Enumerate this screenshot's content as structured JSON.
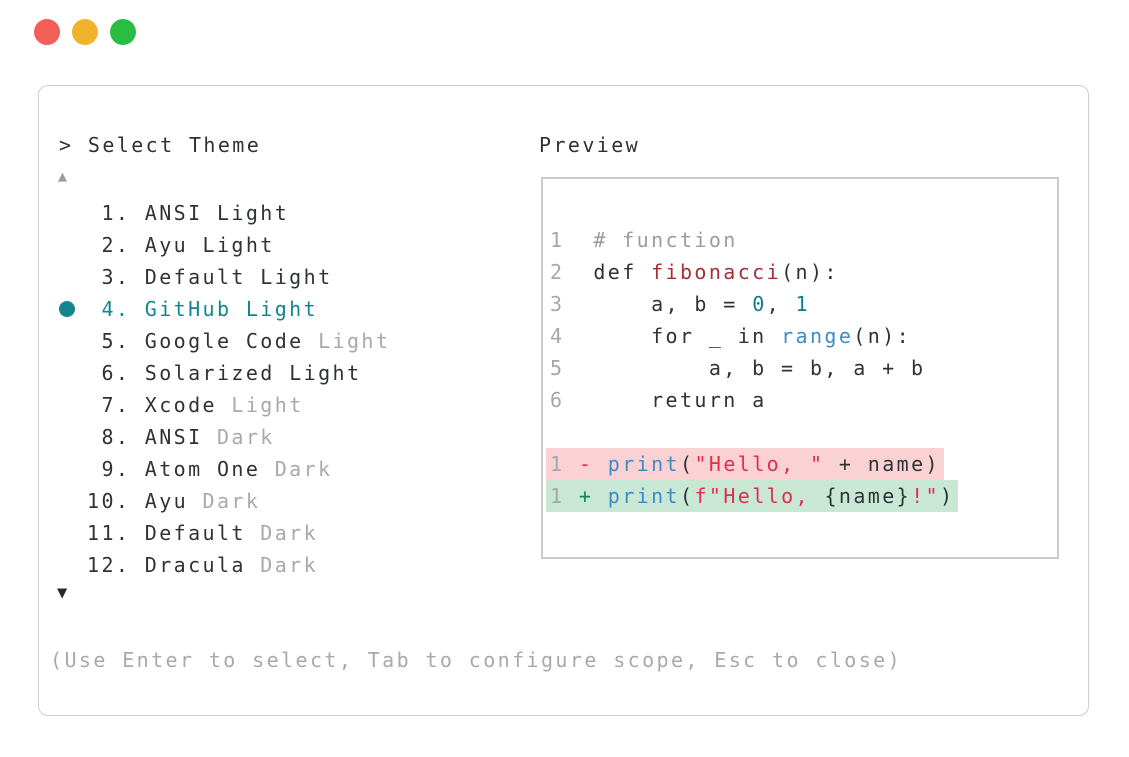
{
  "colors": {
    "light-red": "#f15f57",
    "light-yellow": "#f2b32c",
    "light-green": "#2bbd42",
    "panel-border": "#cdced0",
    "preview-border": "#c9cacc",
    "text": "#2f3337",
    "muted": "#a7a9ab",
    "hint": "#a7a9ab",
    "selected": "#13868c",
    "arrow-up": "#9b9da0",
    "arrow-down": "#25292e",
    "lineno": "#a5a7a9",
    "comment": "#9a9e94",
    "func": "#a33136",
    "builtin": "#3e8bc9",
    "number": "#0e7f86",
    "string": "#e22e4d",
    "plus": "#17845f",
    "removed-bg": "#fad2d4",
    "added-bg": "#c9e7d5"
  },
  "window": {
    "controls": [
      "close",
      "minimize",
      "zoom"
    ]
  },
  "prompt": "> Select Theme",
  "list": {
    "scroll_up_glyph": "▲",
    "scroll_down_glyph": "▼"
  },
  "themes": {
    "items": [
      {
        "num": " 1. ",
        "name": "ANSI",
        "suffix": "Light",
        "suffix_muted": false,
        "selected": false
      },
      {
        "num": " 2. ",
        "name": "Ayu",
        "suffix": "Light",
        "suffix_muted": false,
        "selected": false
      },
      {
        "num": " 3. ",
        "name": "Default",
        "suffix": "Light",
        "suffix_muted": false,
        "selected": false
      },
      {
        "num": " 4. ",
        "name": "GitHub",
        "suffix": "Light",
        "suffix_muted": false,
        "selected": true
      },
      {
        "num": " 5. ",
        "name": "Google Code",
        "suffix": "Light",
        "suffix_muted": true,
        "selected": false
      },
      {
        "num": " 6. ",
        "name": "Solarized",
        "suffix": "Light",
        "suffix_muted": false,
        "selected": false
      },
      {
        "num": " 7. ",
        "name": "Xcode",
        "suffix": "Light",
        "suffix_muted": true,
        "selected": false
      },
      {
        "num": " 8. ",
        "name": "ANSI",
        "suffix": "Dark",
        "suffix_muted": true,
        "selected": false
      },
      {
        "num": " 9. ",
        "name": "Atom One",
        "suffix": "Dark",
        "suffix_muted": true,
        "selected": false
      },
      {
        "num": "10. ",
        "name": "Ayu",
        "suffix": "Dark",
        "suffix_muted": true,
        "selected": false
      },
      {
        "num": "11. ",
        "name": "Default",
        "suffix": "Dark",
        "suffix_muted": true,
        "selected": false
      },
      {
        "num": "12. ",
        "name": "Dracula",
        "suffix": "Dark",
        "suffix_muted": true,
        "selected": false
      }
    ]
  },
  "preview": {
    "label": "Preview",
    "lines": [
      {
        "tokens": [
          {
            "t": "1  ",
            "c": "lineno"
          },
          {
            "t": "# function",
            "c": "comment"
          }
        ]
      },
      {
        "tokens": [
          {
            "t": "2  ",
            "c": "lineno"
          },
          {
            "t": "def ",
            "c": "text"
          },
          {
            "t": "fibonacci",
            "c": "func"
          },
          {
            "t": "(n):",
            "c": "text"
          }
        ]
      },
      {
        "tokens": [
          {
            "t": "3  ",
            "c": "lineno"
          },
          {
            "t": "    a, b = ",
            "c": "text"
          },
          {
            "t": "0",
            "c": "number"
          },
          {
            "t": ", ",
            "c": "text"
          },
          {
            "t": "1",
            "c": "number"
          }
        ]
      },
      {
        "tokens": [
          {
            "t": "4  ",
            "c": "lineno"
          },
          {
            "t": "    for _ in ",
            "c": "text"
          },
          {
            "t": "range",
            "c": "builtin"
          },
          {
            "t": "(n):",
            "c": "text"
          }
        ]
      },
      {
        "tokens": [
          {
            "t": "5  ",
            "c": "lineno"
          },
          {
            "t": "        a, b = b, a + b",
            "c": "text"
          }
        ]
      },
      {
        "tokens": [
          {
            "t": "6  ",
            "c": "lineno"
          },
          {
            "t": "    return a",
            "c": "text"
          }
        ]
      },
      {
        "spacer": true,
        "tokens": []
      },
      {
        "bg": "removed",
        "tokens": [
          {
            "t": "1 ",
            "c": "lineno"
          },
          {
            "t": "- ",
            "c": "minus"
          },
          {
            "t": "print",
            "c": "builtin"
          },
          {
            "t": "(",
            "c": "text"
          },
          {
            "t": "\"Hello, \"",
            "c": "string"
          },
          {
            "t": " + name)",
            "c": "text"
          }
        ]
      },
      {
        "bg": "added",
        "tokens": [
          {
            "t": "1 ",
            "c": "lineno"
          },
          {
            "t": "+ ",
            "c": "plus"
          },
          {
            "t": "print",
            "c": "builtin"
          },
          {
            "t": "(",
            "c": "text"
          },
          {
            "t": "f\"Hello, ",
            "c": "string"
          },
          {
            "t": "{name}",
            "c": "text"
          },
          {
            "t": "!\"",
            "c": "string"
          },
          {
            "t": ")",
            "c": "text"
          }
        ]
      }
    ]
  },
  "hint": "(Use Enter to select, Tab to configure scope, Esc to close)"
}
